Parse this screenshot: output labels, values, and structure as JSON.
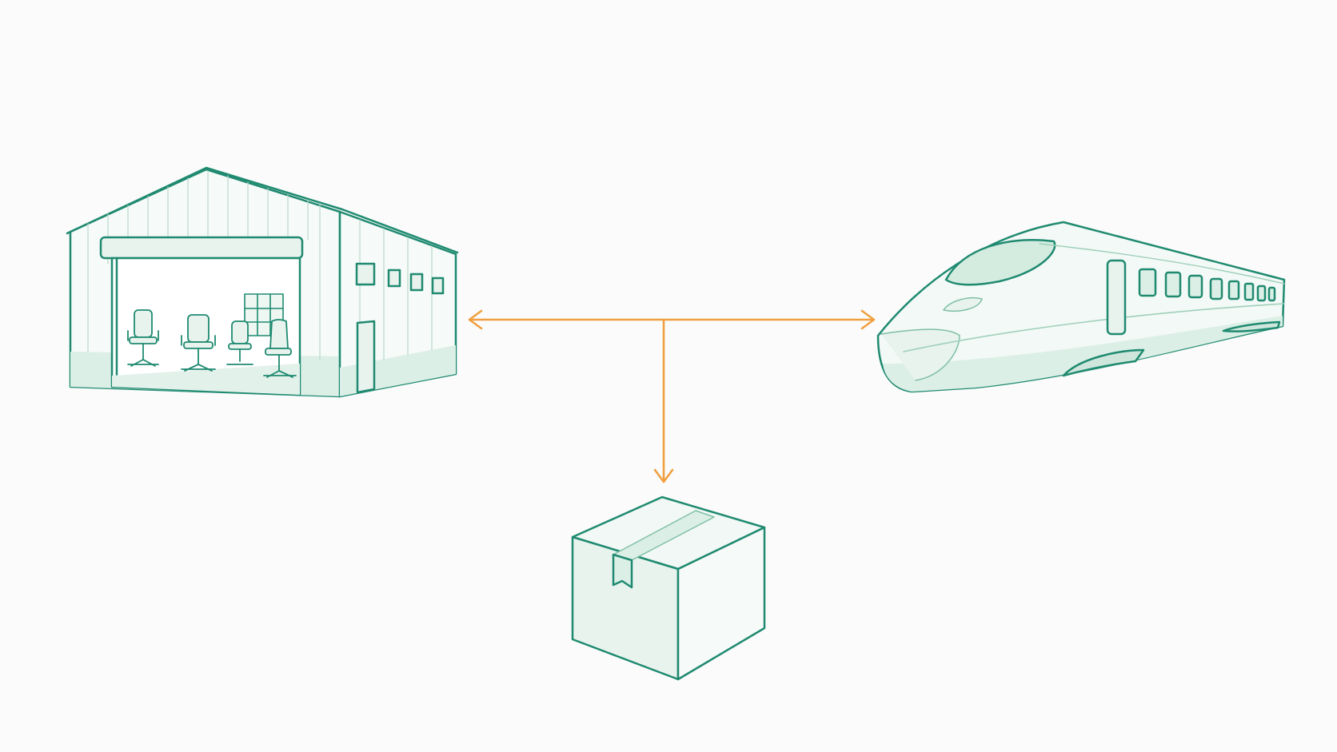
{
  "colors": {
    "background": "#fafbfa",
    "outline": "#1f8a70",
    "fill_light": "#e8f3ee",
    "fill_mid": "#cfe6dc",
    "connector": "#f0a040"
  },
  "nodes": [
    {
      "id": "warehouse",
      "icon": "warehouse-icon",
      "contents": [
        "office-chair-icon",
        "office-chair-icon",
        "office-chair-icon",
        "office-chair-icon",
        "shelf-icon"
      ]
    },
    {
      "id": "train",
      "icon": "high-speed-train-icon"
    },
    {
      "id": "package",
      "icon": "cardboard-box-icon"
    }
  ],
  "edges": [
    {
      "from": "junction",
      "to": "warehouse",
      "style": "arrow"
    },
    {
      "from": "junction",
      "to": "train",
      "style": "arrow"
    },
    {
      "from": "junction",
      "to": "package",
      "style": "arrow"
    }
  ]
}
